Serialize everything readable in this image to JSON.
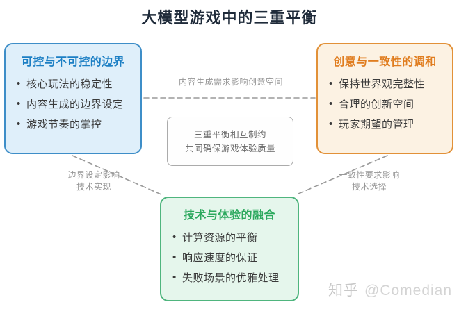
{
  "page": {
    "title": "大模型游戏中的三重平衡"
  },
  "boxes": {
    "boundary": {
      "title": "可控与不可控的边界",
      "items": [
        "核心玩法的稳定性",
        "内容生成的边界设定",
        "游戏节奏的掌控"
      ]
    },
    "creativity": {
      "title": "创意与一致性的调和",
      "items": [
        "保持世界观完整性",
        "合理的创新空间",
        "玩家期望的管理"
      ]
    },
    "technology": {
      "title": "技术与体验的融合",
      "items": [
        "计算资源的平衡",
        "响应速度的保证",
        "失败场景的优雅处理"
      ]
    },
    "center": {
      "lines": [
        "三重平衡相互制约",
        "共同确保游戏体验质量"
      ]
    }
  },
  "edges": {
    "top": {
      "label": "内容生成需求影响创意空间"
    },
    "left": {
      "label_line1": "边界设定影响",
      "label_line2": "技术实现"
    },
    "right": {
      "label_line1": "一致性要求影响",
      "label_line2": "技术选择"
    }
  },
  "watermark": {
    "brand": "知乎",
    "handle": "@Comedian"
  },
  "colors": {
    "page_title_text": "#1F2B3A",
    "blue_fill": "#DFEFFA",
    "blue_border": "#3E8EC8",
    "blue_title": "#1C7FC4",
    "orange_fill": "#FCF2E3",
    "orange_border": "#E29138",
    "orange_title": "#E07D1F",
    "green_fill": "#E5F6EC",
    "green_border": "#4FB57E",
    "green_title": "#2BA85D",
    "center_fill": "#FEFEFE",
    "center_border": "#ABABAB",
    "center_text": "#666666",
    "connector_line": "#9A9A9A",
    "edge_label_text": "#979797",
    "item_text": "#3B3B3B",
    "watermark_text": "#CFCFCF"
  }
}
